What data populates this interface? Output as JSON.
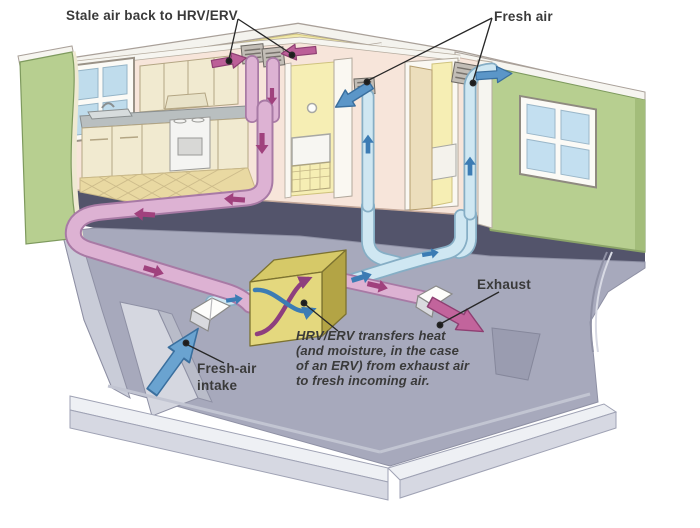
{
  "labels": {
    "stale_air": "Stale air back to HRV/ERV",
    "fresh_air": "Fresh air",
    "exhaust": "Exhaust",
    "intake_line1": "Fresh-air",
    "intake_line2": "intake"
  },
  "caption": {
    "lines": {
      "0": "HRV/ERV transfers heat",
      "1": "(and moisture, in the case",
      "2": "of an ERV) from exhaust air",
      "3": "to fresh incoming air."
    }
  },
  "colors": {
    "stale-duct": "#ddb2d3",
    "stale-duct-edge": "#a87aa5",
    "stale-arrow": "#a0417d",
    "fresh-duct": "#cfe7f2",
    "fresh-duct-edge": "#86aec5",
    "fresh-arrow": "#3c7cb4",
    "hrv-front": "#e4d87e",
    "hrv-top": "#d6c968",
    "hrv-side": "#b3a445",
    "wall-green": "#b7cf90",
    "wall-pink": "#f7e5da",
    "room-yellow": "#f1e9a9",
    "foundation-gray": "#a7a9bc",
    "basement-dark": "#53546b",
    "slab-light": "#eef0f4",
    "label-text": "#3a3a3a"
  }
}
